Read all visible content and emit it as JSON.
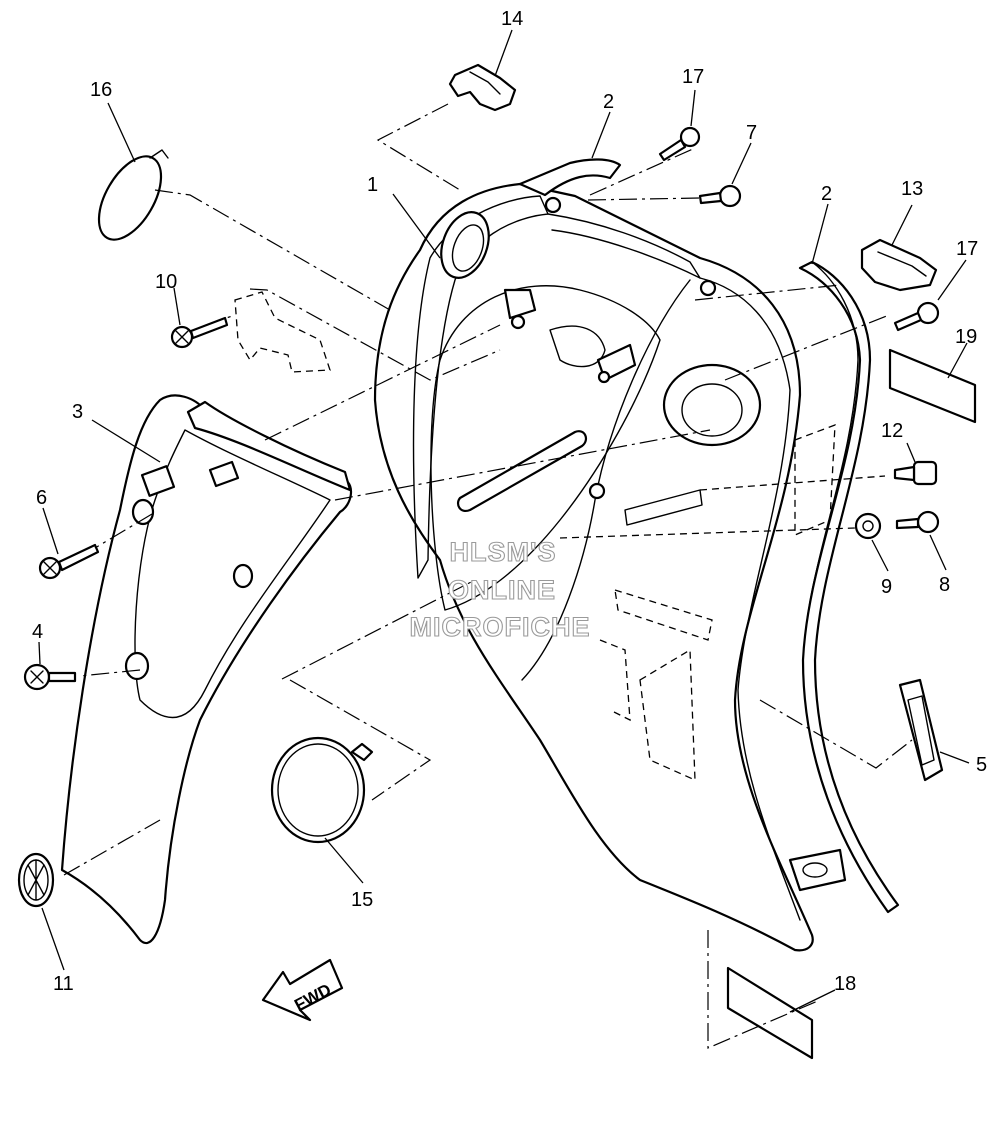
{
  "callouts": [
    {
      "id": "1",
      "text": "1",
      "name": "callout-1"
    },
    {
      "id": "2a",
      "text": "2",
      "name": "callout-2-upper"
    },
    {
      "id": "2b",
      "text": "2",
      "name": "callout-2-right"
    },
    {
      "id": "3",
      "text": "3",
      "name": "callout-3"
    },
    {
      "id": "4",
      "text": "4",
      "name": "callout-4"
    },
    {
      "id": "5",
      "text": "5",
      "name": "callout-5"
    },
    {
      "id": "6",
      "text": "6",
      "name": "callout-6"
    },
    {
      "id": "7",
      "text": "7",
      "name": "callout-7"
    },
    {
      "id": "8",
      "text": "8",
      "name": "callout-8"
    },
    {
      "id": "9",
      "text": "9",
      "name": "callout-9"
    },
    {
      "id": "10",
      "text": "10",
      "name": "callout-10"
    },
    {
      "id": "11",
      "text": "11",
      "name": "callout-11"
    },
    {
      "id": "12",
      "text": "12",
      "name": "callout-12"
    },
    {
      "id": "13",
      "text": "13",
      "name": "callout-13"
    },
    {
      "id": "14",
      "text": "14",
      "name": "callout-14"
    },
    {
      "id": "15",
      "text": "15",
      "name": "callout-15"
    },
    {
      "id": "16",
      "text": "16",
      "name": "callout-16"
    },
    {
      "id": "17a",
      "text": "17",
      "name": "callout-17-upper"
    },
    {
      "id": "17b",
      "text": "17",
      "name": "callout-17-right"
    },
    {
      "id": "18",
      "text": "18",
      "name": "callout-18"
    },
    {
      "id": "19",
      "text": "19",
      "name": "callout-19"
    }
  ],
  "watermark": {
    "line1": "HLSM'S",
    "line2": "ONLINE",
    "line3": "MICROFICHE"
  },
  "direction_arrow": {
    "label": "FWD"
  }
}
